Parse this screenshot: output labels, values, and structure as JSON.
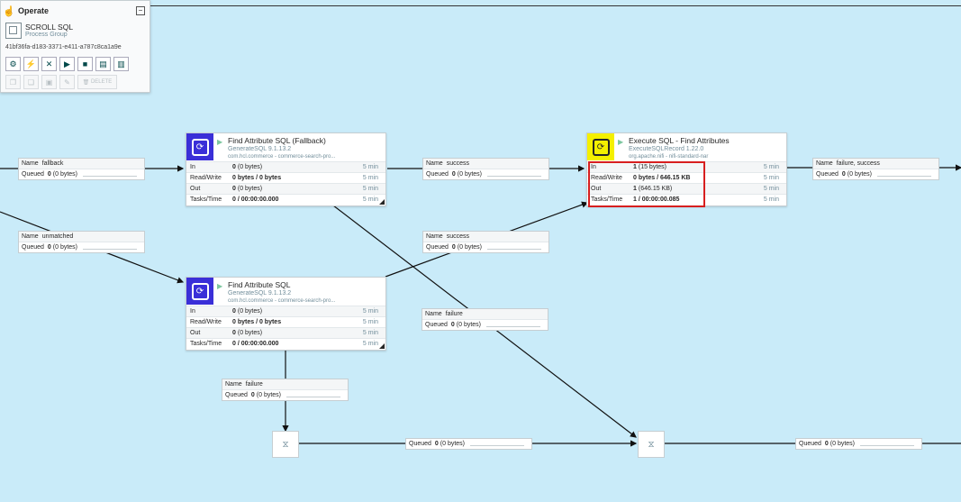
{
  "operate": {
    "header": "Operate",
    "name": "SCROLL SQL",
    "type": "Process Group",
    "id": "41bf36fa-d183-3371-e411-a787c8ca1a9e",
    "delete_label": "DELETE"
  },
  "processors": {
    "fallback": {
      "name": "Find Attribute SQL (Fallback)",
      "type": "GenerateSQL 9.1.13.2",
      "bundle": "com.hcl.commerce - commerce-search-pro...",
      "in": "0",
      "in_d": "(0 bytes)",
      "rw": "0 bytes / 0 bytes",
      "out": "0",
      "out_d": "(0 bytes)",
      "tt": "0 / 00:00:00.000",
      "time": "5 min",
      "color": "#3a2fd8"
    },
    "find": {
      "name": "Find Attribute SQL",
      "type": "GenerateSQL 9.1.13.2",
      "bundle": "com.hcl.commerce - commerce-search-pro...",
      "in": "0",
      "in_d": "(0 bytes)",
      "rw": "0 bytes / 0 bytes",
      "out": "0",
      "out_d": "(0 bytes)",
      "tt": "0 / 00:00:00.000",
      "time": "5 min",
      "color": "#3a2fd8"
    },
    "exec": {
      "name": "Execute SQL - Find Attributes",
      "type": "ExecuteSQLRecord 1.22.0",
      "bundle": "org.apache.nifi - nifi-standard-nar",
      "in": "1",
      "in_d": "(15 bytes)",
      "rw": "0 bytes / 646.15 KB",
      "out": "1",
      "out_d": "(646.15 KB)",
      "tt": "1 / 00:00:00.085",
      "time": "5 min",
      "color": "#f4f000"
    }
  },
  "labels": {
    "in": "In",
    "rw": "Read/Write",
    "out": "Out",
    "tt": "Tasks/Time",
    "name": "Name",
    "queued": "Queued"
  },
  "connections": {
    "fallback": {
      "name": "fallback",
      "queued": "0",
      "queued_d": "(0 bytes)"
    },
    "unmatched": {
      "name": "unmatched",
      "queued": "0",
      "queued_d": "(0 bytes)"
    },
    "success1": {
      "name": "success",
      "queued": "0",
      "queued_d": "(0 bytes)"
    },
    "success2": {
      "name": "success",
      "queued": "0",
      "queued_d": "(0 bytes)"
    },
    "failure1": {
      "name": "failure",
      "queued": "0",
      "queued_d": "(0 bytes)"
    },
    "failure2": {
      "name": "failure",
      "queued": "0",
      "queued_d": "(0 bytes)"
    },
    "fs": {
      "name": "failure, success",
      "queued": "0",
      "queued_d": "(0 bytes)"
    },
    "q1": {
      "queued": "0",
      "queued_d": "(0 bytes)"
    },
    "q2": {
      "queued": "0",
      "queued_d": "(0 bytes)"
    }
  }
}
